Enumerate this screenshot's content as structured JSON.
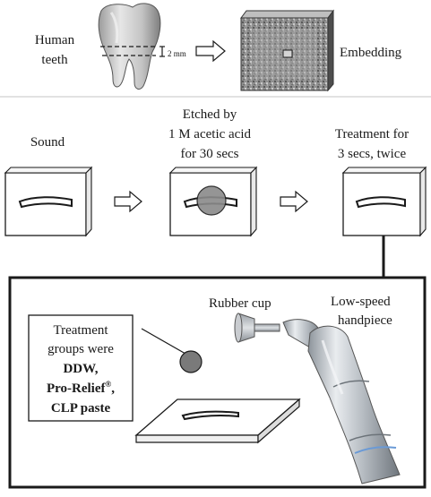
{
  "top_row": {
    "teeth_label_line1": "Human",
    "teeth_label_line2": "teeth",
    "cut_dimension": "2 mm",
    "embedding_label": "Embedding"
  },
  "steps": [
    {
      "label_lines": [
        "Sound"
      ]
    },
    {
      "label_lines": [
        "Etched by",
        "1 M acetic acid",
        "for 30 secs"
      ]
    },
    {
      "label_lines": [
        "Treatment for",
        "3 secs, twice"
      ]
    }
  ],
  "detail_panel": {
    "rubber_cup_label": "Rubber cup",
    "handpiece_line1": "Low-speed",
    "handpiece_line2": "handpiece",
    "treatment_intro_line1": "Treatment",
    "treatment_intro_line2": "groups were",
    "group_ddw": "DDW,",
    "group_prorelief": "Pro-Relief",
    "group_prorelief_mark": "®",
    "group_prorelief_suffix": ",",
    "group_clp": "CLP paste"
  },
  "colors": {
    "line": "#1a1a1a",
    "etch_circle": "#8a8a8a",
    "paste_dot": "#7a7a7a",
    "metal": "#b9bec4"
  }
}
